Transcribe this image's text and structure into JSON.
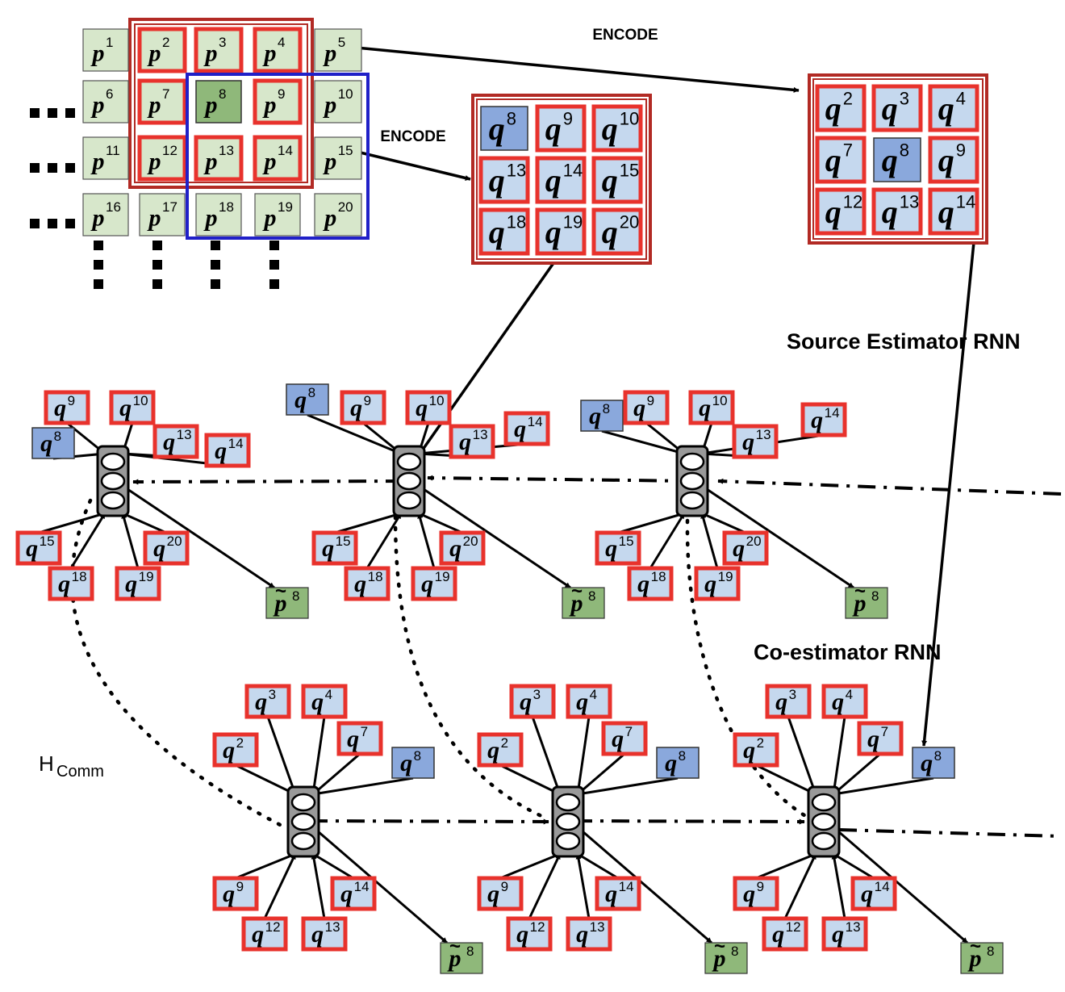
{
  "labels": {
    "encode_top": "ENCODE",
    "encode_mid": "ENCODE",
    "source_estimator": "Source Estimator RNN",
    "co_estimator": "Co-estimator RNN",
    "h_comm_main": "H",
    "h_comm_sub": "Comm"
  },
  "grid_p": {
    "letter": "p",
    "rows": [
      [
        "1",
        "2",
        "3",
        "4",
        "5"
      ],
      [
        "6",
        "7",
        "8",
        "9",
        "10"
      ],
      [
        "11",
        "12",
        "13",
        "14",
        "15"
      ],
      [
        "16",
        "17",
        "18",
        "19",
        "20"
      ]
    ]
  },
  "encoded_source": {
    "letter": "q",
    "rows": [
      [
        "8",
        "9",
        "10"
      ],
      [
        "13",
        "14",
        "15"
      ],
      [
        "18",
        "19",
        "20"
      ]
    ]
  },
  "encoded_coestimator": {
    "letter": "q",
    "rows": [
      [
        "2",
        "3",
        "4"
      ],
      [
        "7",
        "8",
        "9"
      ],
      [
        "12",
        "13",
        "14"
      ]
    ]
  },
  "source_node_inputs": [
    "8",
    "9",
    "10",
    "13",
    "14",
    "15",
    "18",
    "19",
    "20"
  ],
  "co_node_inputs": [
    "2",
    "3",
    "4",
    "7",
    "8",
    "9",
    "12",
    "13",
    "14"
  ],
  "output": {
    "letter": "p",
    "tilde": "~",
    "sup": "8"
  },
  "colors": {
    "red": "#e8322c",
    "dark_red": "#b22a24",
    "blue": "#2020c8",
    "light_blue": "#c5d8ee",
    "mid_blue": "#8aa8dc",
    "light_green": "#d7e7cb",
    "mid_green": "#8fb87a"
  }
}
